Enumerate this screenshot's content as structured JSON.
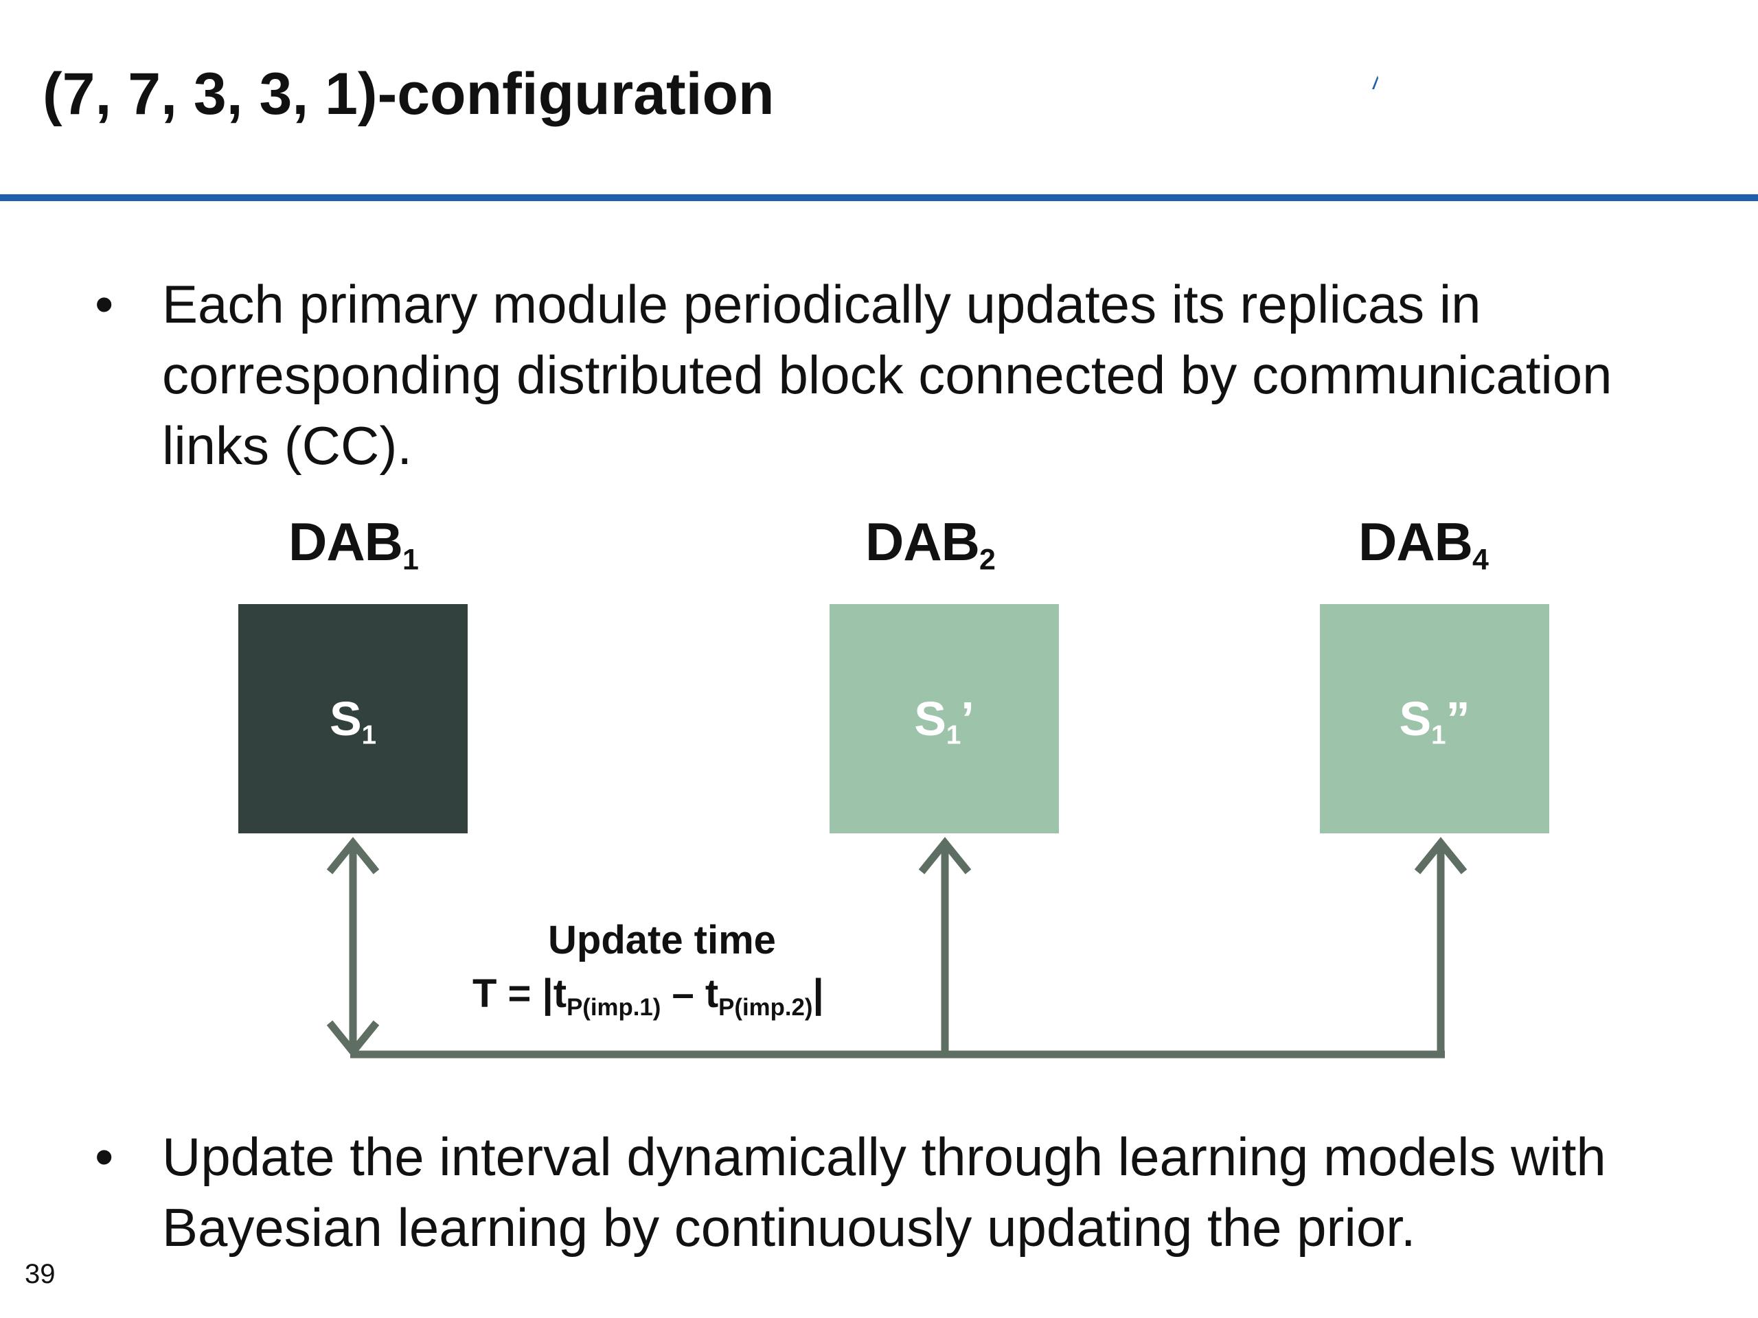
{
  "slide": {
    "title": "(7, 7, 3, 3, 1)-configuration",
    "page_number": "39"
  },
  "colors": {
    "rule": "#1f5fae",
    "primary_box": "#33413e",
    "replica_box": "#9dc4aa",
    "arrow": "#5f6e62",
    "box_text": "#ffffff"
  },
  "bullets": [
    {
      "marker": "•",
      "text": "Each primary module periodically updates its replicas in corresponding distributed block connected by communication links (CC)."
    },
    {
      "marker": "•",
      "text": "Update the interval dynamically through learning models with Bayesian learning by continuously updating the prior."
    }
  ],
  "diagram": {
    "blocks": [
      {
        "label": "DAB",
        "label_sub": "1",
        "module": "S",
        "module_sub": "1",
        "module_suffix": "",
        "role": "primary"
      },
      {
        "label": "DAB",
        "label_sub": "2",
        "module": "S",
        "module_sub": "1",
        "module_suffix": "’",
        "role": "replica"
      },
      {
        "label": "DAB",
        "label_sub": "4",
        "module": "S",
        "module_sub": "1",
        "module_suffix": "”",
        "role": "replica"
      }
    ],
    "update": {
      "title": "Update time",
      "formula_lhs": "T = |t",
      "formula_sub1": "P(imp.1)",
      "formula_mid": " – t",
      "formula_sub2": "P(imp.2)",
      "formula_rhs": "|"
    }
  }
}
